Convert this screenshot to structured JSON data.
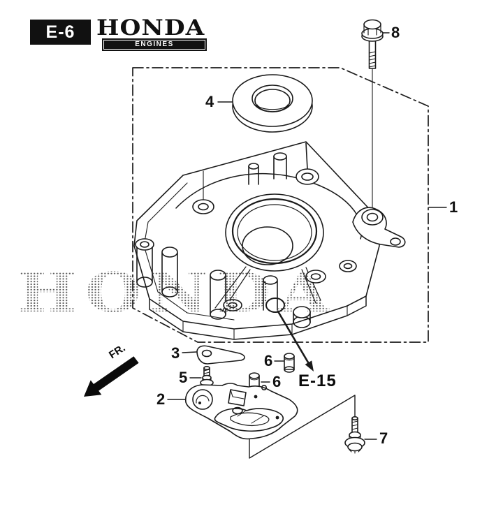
{
  "header": {
    "section_badge": "E-6",
    "brand": "HONDA",
    "brand_sub": "ENGINES"
  },
  "watermark": "HONDA",
  "direction_label": "FR.",
  "reference_label": "E-15",
  "callouts": {
    "c1": {
      "label": "1"
    },
    "c2": {
      "label": "2"
    },
    "c3": {
      "label": "3"
    },
    "c4": {
      "label": "4"
    },
    "c5": {
      "label": "5"
    },
    "c6a": {
      "label": "6"
    },
    "c6b": {
      "label": "6"
    },
    "c7": {
      "label": "7"
    },
    "c8": {
      "label": "8"
    }
  },
  "colors": {
    "line": "#1a1a1a",
    "badge_bg": "#111111",
    "badge_text": "#ffffff",
    "watermark_dot": "#2e2e2e"
  }
}
